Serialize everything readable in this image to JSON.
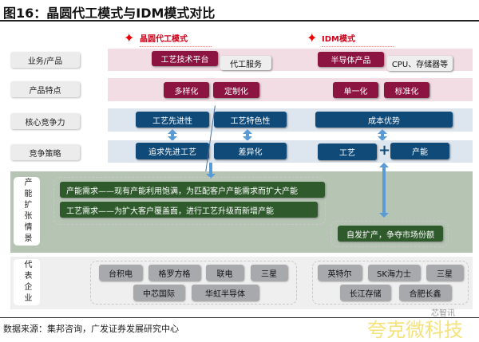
{
  "title": "图16：晶圆代工模式与IDM模式对比",
  "headers": {
    "foundry": "晶圆代工模式",
    "idm": "IDM模式"
  },
  "rows": {
    "business": "业务/产品",
    "features": "产品特点",
    "core": "核心竞争力",
    "strategy": "竞争策略",
    "expansion": "产能扩张情景",
    "companies": "代表企业"
  },
  "business": {
    "f1": "工艺技术平台",
    "f2": "代工服务",
    "i1": "半导体产品",
    "i2": "CPU、存储器等"
  },
  "features": {
    "f1": "多样化",
    "f2": "定制化",
    "i1": "单一化",
    "i2": "标准化"
  },
  "core": {
    "f1": "工艺先进性",
    "f2": "工艺特色性",
    "i1": "成本优势"
  },
  "strategy": {
    "f1": "追求先进工艺",
    "f2": "差异化",
    "i1": "工艺",
    "plus": "+",
    "i2": "产能"
  },
  "expansion": {
    "f1": "产能需求——现有产能利用饱满，为匹配客户产能需求而扩大产能",
    "f2": "工艺需求——为扩大客户覆盖面，进行工艺升级而新增产能",
    "i1": "自发扩产，争夺市场份额"
  },
  "companies": {
    "foundry": [
      "台积电",
      "格罗方格",
      "联电",
      "三星",
      "中芯国际",
      "华虹半导体"
    ],
    "idm": [
      "英特尔",
      "SK海力士",
      "三星",
      "长江存储",
      "合肥长鑫"
    ]
  },
  "source": "数据来源：集邦咨询，广发证券发展研究中心",
  "watermark": "夸克微科技",
  "watermark2": "芯智讯"
}
